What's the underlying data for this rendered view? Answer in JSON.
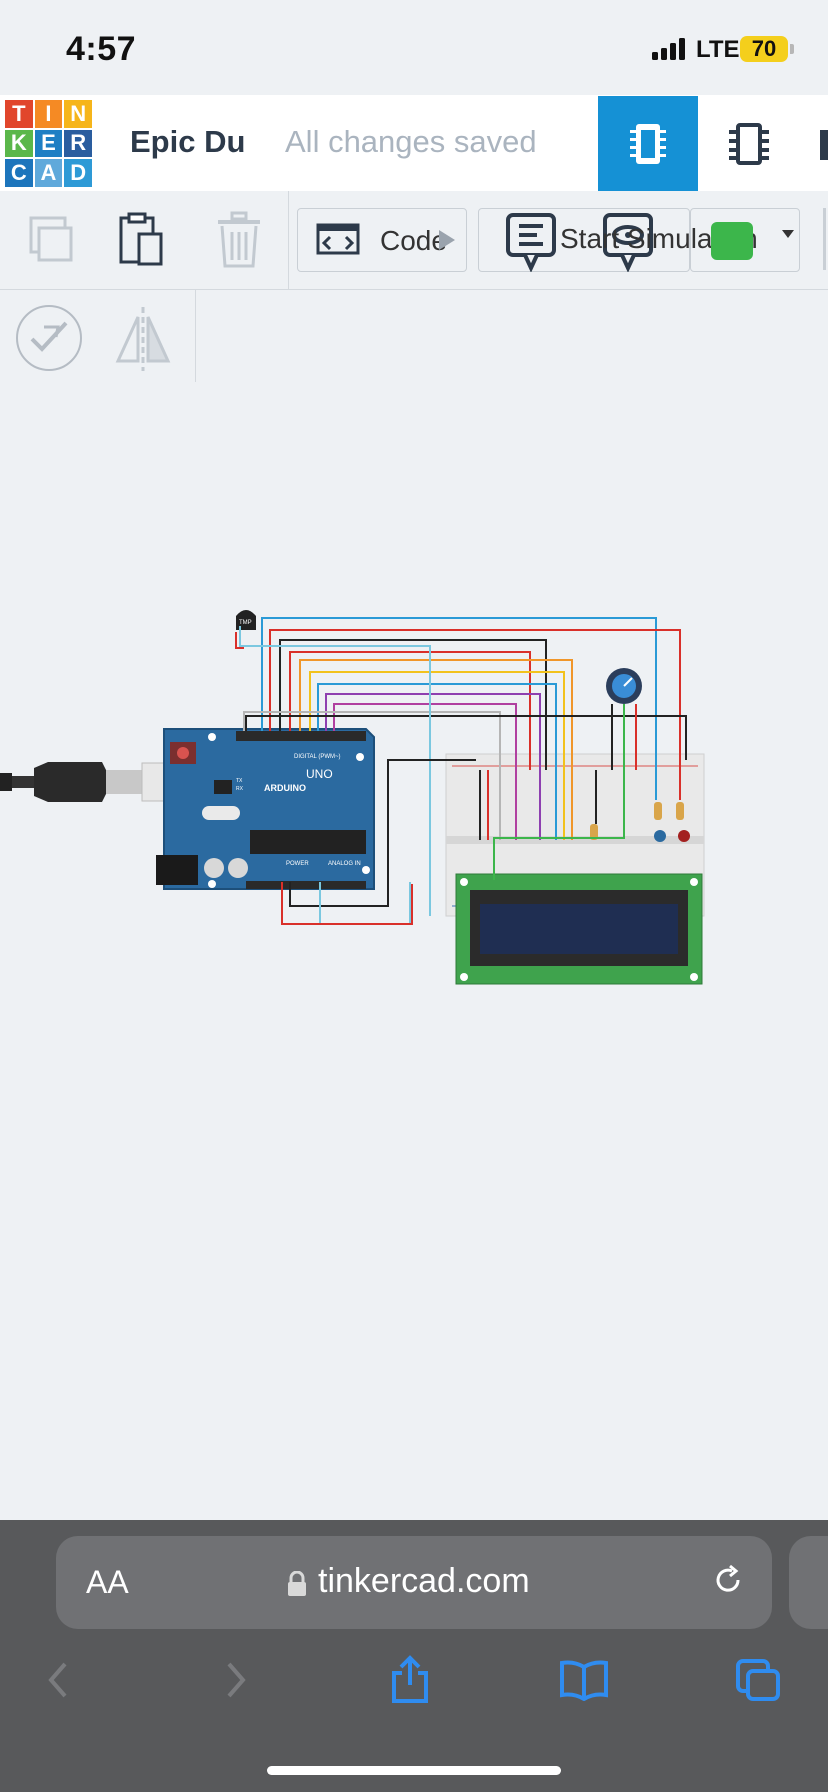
{
  "status_bar": {
    "time": "4:57",
    "network": "LTE",
    "battery": "70"
  },
  "header": {
    "logo_letters": [
      "T",
      "I",
      "N",
      "K",
      "E",
      "R",
      "C",
      "A",
      "D"
    ],
    "logo_colors": [
      "#e1462c",
      "#f58a24",
      "#f6b51a",
      "#5bb74a",
      "#1e7fc4",
      "#2a5d9f",
      "#1d75bc",
      "#5fa9db",
      "#2e9ad6"
    ],
    "project_name": "Epic Du",
    "save_status": "All changes saved",
    "tabs": [
      {
        "icon": "circuit-view-icon",
        "active": true
      },
      {
        "icon": "schematic-view-icon",
        "active": false
      }
    ]
  },
  "toolbar": {
    "copy_icon": "copy-icon",
    "paste_icon": "paste-icon",
    "delete_icon": "trash-icon",
    "code_label": "Code",
    "simulation_label": "Start Simulation",
    "color_value": "#3cb64b"
  },
  "subtoolbar": {
    "notes_icon": "notes-toggle-icon",
    "mirror_icon": "mirror-icon"
  },
  "circuit": {
    "components": [
      "Arduino Uno",
      "Breadboard",
      "TMP temperature sensor",
      "Potentiometer",
      "16x2 LCD",
      "Blue LED",
      "Red LED",
      "Resistors",
      "USB cable"
    ],
    "board_labels": {
      "brand": "ARDUINO",
      "model": "UNO",
      "digital": "DIGITAL (PWM~)",
      "power": "POWER",
      "analog": "ANALOG IN",
      "tmp": "TMP",
      "tx": "TX",
      "rx": "RX"
    }
  },
  "browser": {
    "aa_label": "AA",
    "url": "tinkercad.com"
  }
}
